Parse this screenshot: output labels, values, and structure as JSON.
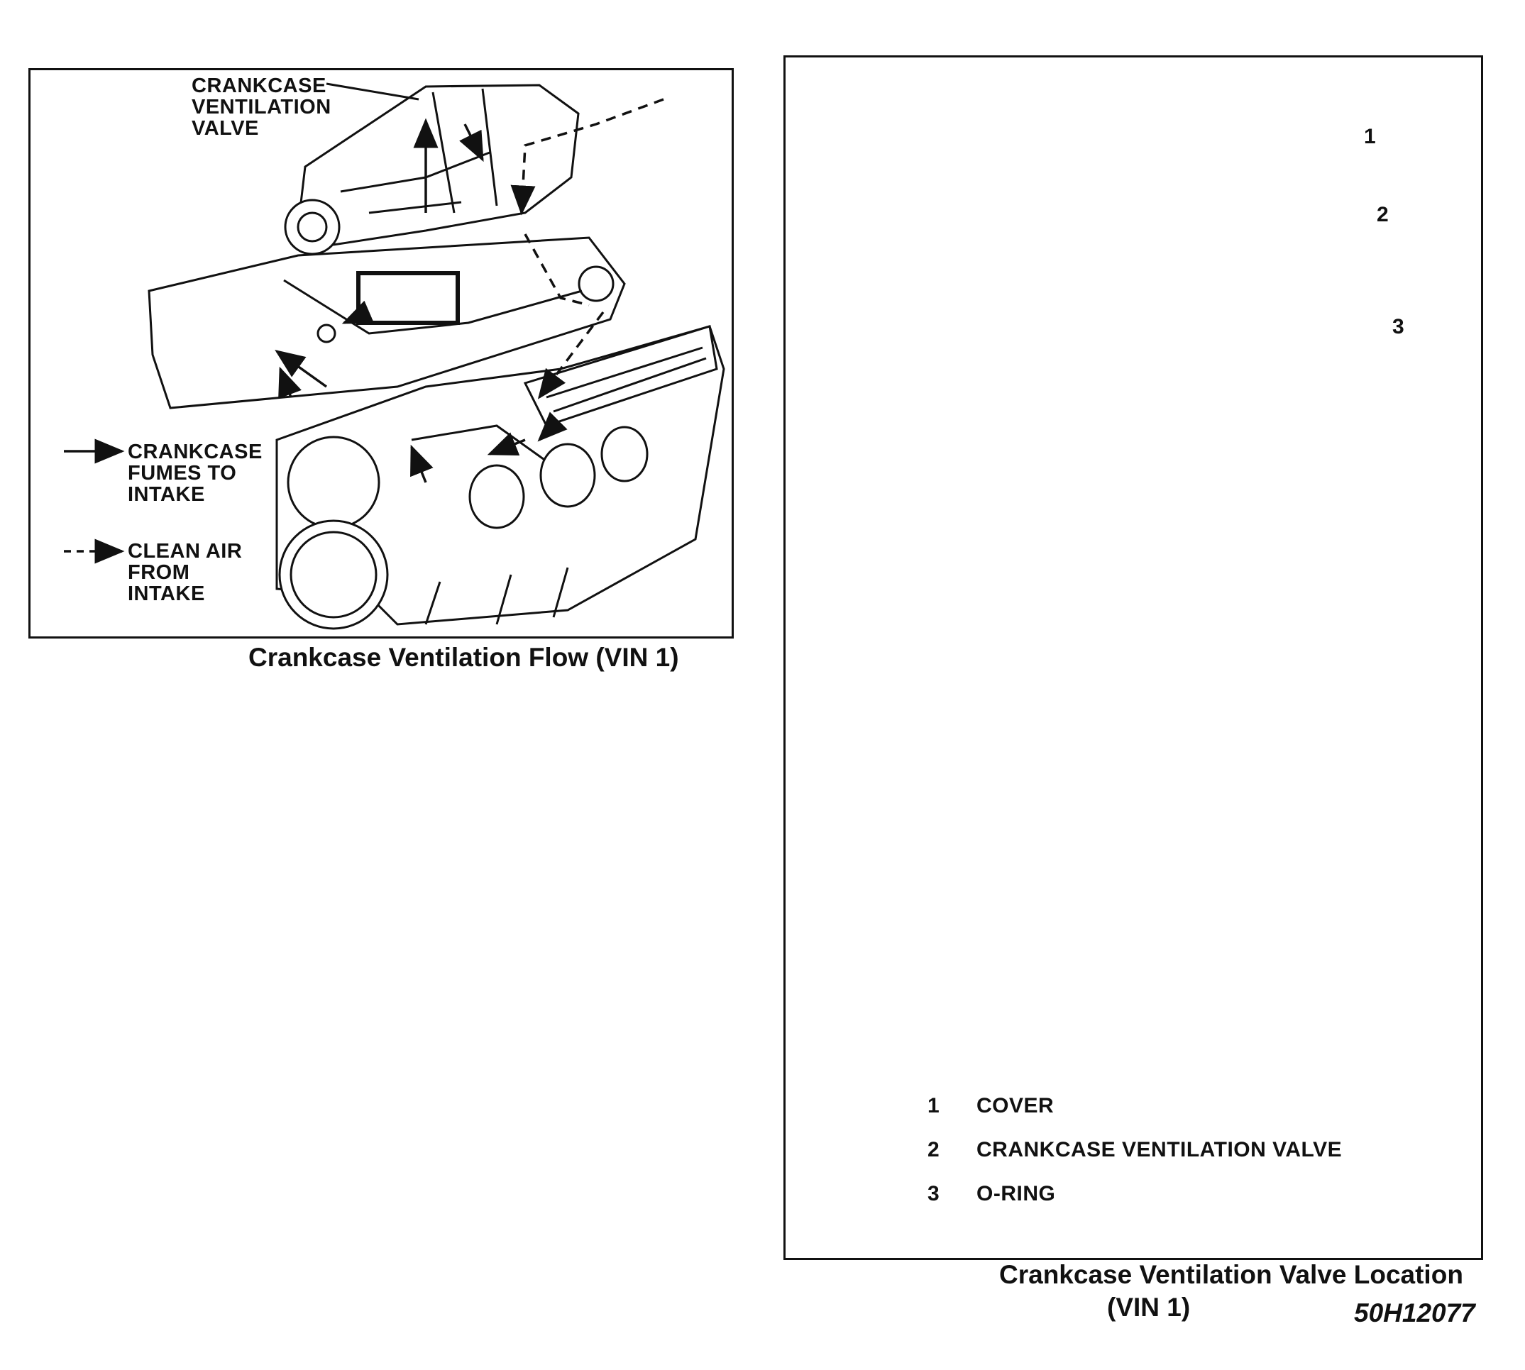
{
  "left_figure": {
    "callouts": {
      "valve": [
        "CRANKCASE",
        "VENTILATION",
        "VALVE"
      ],
      "fumes": [
        "CRANKCASE",
        "FUMES TO",
        "INTAKE"
      ],
      "clean_air": [
        "CLEAN AIR",
        "FROM",
        "INTAKE"
      ]
    },
    "caption": "Crankcase Ventilation Flow  (VIN 1)"
  },
  "right_figure": {
    "callout_numbers": [
      "1",
      "2",
      "3"
    ],
    "legend": [
      {
        "num": "1",
        "label": "COVER"
      },
      {
        "num": "2",
        "label": "CRANKCASE VENTILATION VALVE"
      },
      {
        "num": "3",
        "label": "O-RING"
      }
    ],
    "caption_line1": "Crankcase Ventilation Valve Location",
    "caption_line2": "(VIN 1)",
    "figure_id": "50H12077"
  }
}
